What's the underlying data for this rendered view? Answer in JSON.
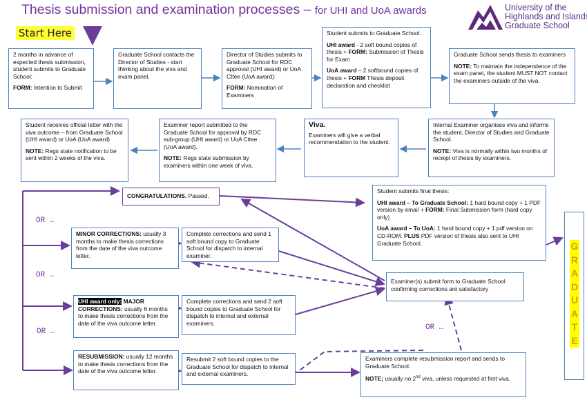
{
  "title": {
    "main": "Thesis submission and examination processes – ",
    "sub": "for UHI and UoA awards"
  },
  "logo": {
    "line1": "University of the",
    "line2": "Highlands and Islands",
    "line3": "Graduate School"
  },
  "start_here": "Start Here",
  "boxes": {
    "b1": {
      "text": "2 months in advance of expected thesis submission, student submits to Graduate School:",
      "form_label": "FORM:",
      "form_text": "Intention to Submit"
    },
    "b2": {
      "text": "Graduate School contacts the Director of Studies - start thinking about the viva and exam panel."
    },
    "b3": {
      "text": "Director of Studies submits to Graduate School for RDC approval (UHI award) or UoA Cttee (UoA award):",
      "form_label": "FORM:",
      "form_text": "Nomination of Examiners"
    },
    "b4": {
      "text": "Student submits to Graduate School:",
      "uhi_label": "UHI award",
      "uhi_text": "- 2 soft bound copies of thesis +",
      "uhi_form": "FORM:",
      "uhi_form_text": "Submission of Thesis for Exam",
      "uoa_label": "UoA award",
      "uoa_text": "– 2 softbound copies of thesis +",
      "uoa_form": "FORM",
      "uoa_form_text": "Thesis deposit declaration and checklist"
    },
    "b5": {
      "text": "Graduate School sends thesis to examiners",
      "note_label": "NOTE:",
      "note_text": "To maintain the independence of the exam panel, the student MUST NOT contact the examiners outside of the viva."
    },
    "b6": {
      "text": "Internal Examiner organises viva and informs the student, Director of Studies and Graduate School.",
      "note_label": "NOTE:",
      "note_text": "Viva is normally within two months of receipt of thesis by examiners."
    },
    "b7": {
      "heading": "Viva.",
      "text": "Examiners will give a verbal recommendation to the student."
    },
    "b8": {
      "text": "Examiner report submitted to the Graduate School for approval by RDC sub-group (UHI award) or UoA Cttee (UoA award).",
      "note_label": "NOTE:",
      "note_text": "Regs state submission by examiners within one week of viva."
    },
    "b9": {
      "text": "Student receives official letter with the viva outcome – from Graduate School (UHI award) or UoA (UoA award)",
      "note_label": "NOTE:",
      "note_text": "Regs state notification to be sent within 2 weeks of the viva."
    },
    "congrats": {
      "label": "CONGRATULATIONS.",
      "text": "Passed."
    },
    "final": {
      "text": "Student submits final thesis:",
      "uhi_label": "UHI award – To Graduate School:",
      "uhi_text": "1 hard bound copy + 1 PDF version by email +",
      "uhi_form": "FORM:",
      "uhi_form_text": "Final Submission form (hard copy only)",
      "uoa_label": "UoA award – To UoA:",
      "uoa_text": "1 hard bound copy + 1 pdf version on CD-ROM.",
      "uoa_plus": "PLUS",
      "uoa_text2": "PDF version of thesis also sent to UHI Graduate School."
    },
    "minor": {
      "label": "MINOR CORRECTIONS:",
      "text": "usually 3 months to make thesis corrections from the date of the viva outcome letter."
    },
    "minor_do": {
      "text": "Complete corrections and send 1 soft bound copy to Graduate School for dispatch to internal examiner."
    },
    "major": {
      "hl": "UHI award only:",
      "label": "MAJOR CORRECTIONS:",
      "text": "usually 6 months to make thesis corrections from the date of the viva outcome letter."
    },
    "major_do": {
      "text": "Complete corrections and send 2 soft bound copies to Graduate School for dispatch to internal and external examiners."
    },
    "resub": {
      "label": "RESUBMISSION:",
      "text": "usually 12 months to make thesis corrections from the date of the viva outcome letter."
    },
    "resub_do": {
      "text": "Resubmit 2 soft bound copies to the Graduate School for dispatch to internal and external examiners."
    },
    "confirm": {
      "text": "Examiner(s) submit form to Graduate School confirming corrections are satisfactory"
    },
    "resub_report": {
      "text": "Examiners complete resubmission report and sends to Graduate School.",
      "note_label": "NOTE;",
      "note_pre": "usually no 2",
      "note_sup": "nd",
      "note_post": "viva, unless requested at first viva."
    }
  },
  "or_labels": [
    "OR …",
    "OR …",
    "OR …",
    "OR …"
  ],
  "graduate": [
    "G",
    "R",
    "A",
    "D",
    "U",
    "A",
    "T",
    "E"
  ],
  "colors": {
    "title": "#7030a0",
    "blue_arrow": "#4f81bd",
    "purple_arrow": "#6a3d9a",
    "highlight": "#ffff00"
  }
}
